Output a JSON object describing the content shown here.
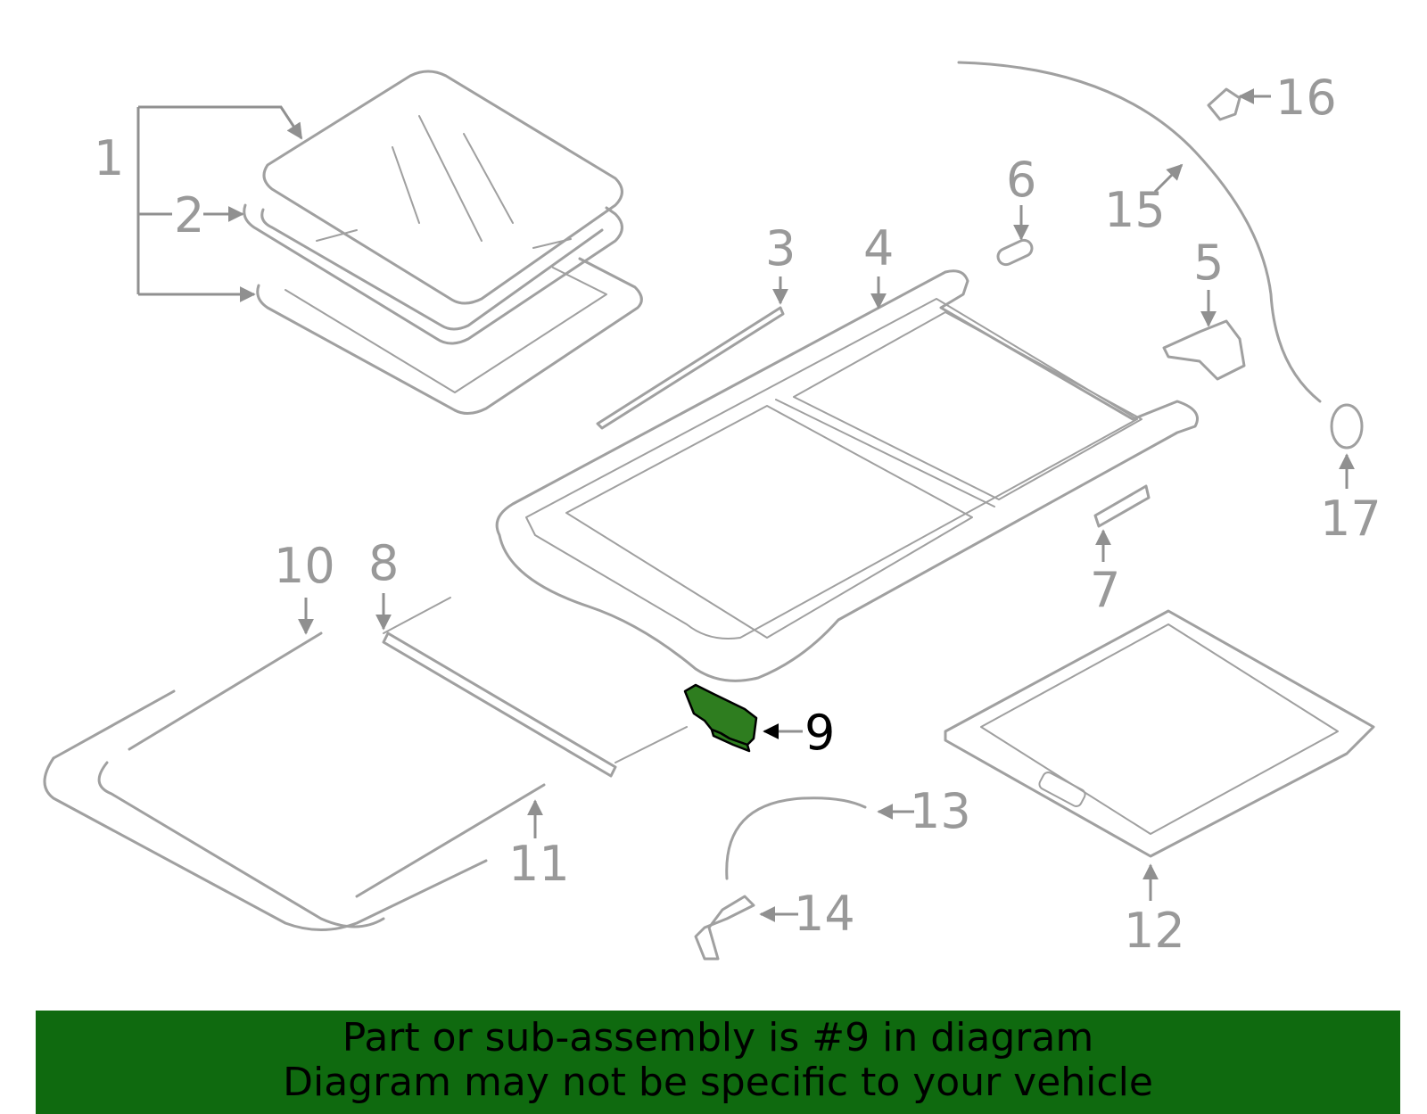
{
  "diagram": {
    "callouts": [
      "1",
      "2",
      "3",
      "4",
      "5",
      "6",
      "7",
      "8",
      "9",
      "10",
      "11",
      "12",
      "13",
      "14",
      "15",
      "16",
      "17"
    ],
    "highlighted_part": "9",
    "colors": {
      "part": "#a0a0a0",
      "highlight": "#2e7d1f",
      "banner": "#0f6a0f",
      "callout": "#999999"
    }
  },
  "banner": {
    "line1": "Part or sub-assembly is #9 in diagram",
    "line2": "Diagram may not be specific to your vehicle"
  }
}
